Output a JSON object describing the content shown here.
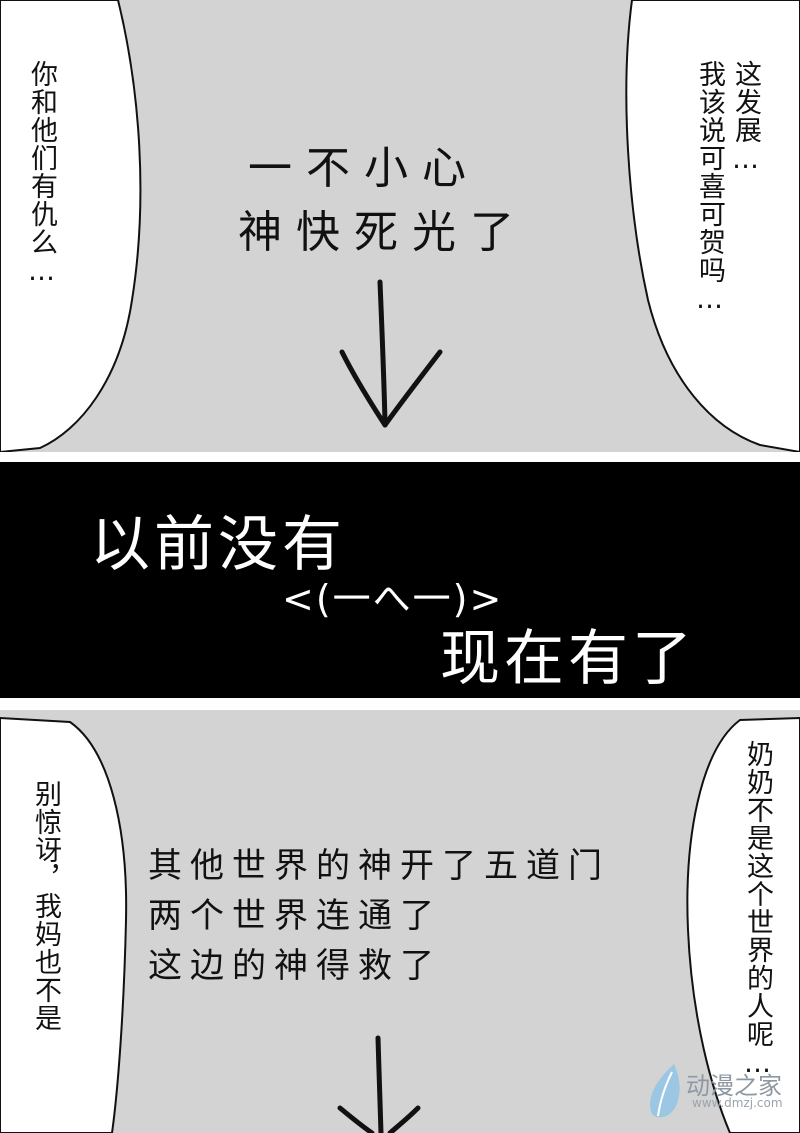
{
  "panel1": {
    "left_bubble": "你和他们有仇么…",
    "right_bubble_col1": "这发展…",
    "right_bubble_col2": "我该说可喜可贺吗…",
    "center_line1": "一不小心",
    "center_line2": "神快死光了"
  },
  "band": {
    "line1": "以前没有",
    "emoticon": "<(一へ一)>",
    "line2": "现在有了"
  },
  "panel2": {
    "left_bubble_col1": "别惊讶，我妈也不是",
    "right_bubble": "奶奶不是这个世界的人呢…",
    "center_line1": "其他世界的神开了五道门",
    "center_line2": "两个世界连通了",
    "center_line3": "这边的神得救了"
  },
  "watermark": {
    "name": "动漫之家",
    "url": "www.dmzj.com",
    "icon": "feather-drop-icon"
  }
}
